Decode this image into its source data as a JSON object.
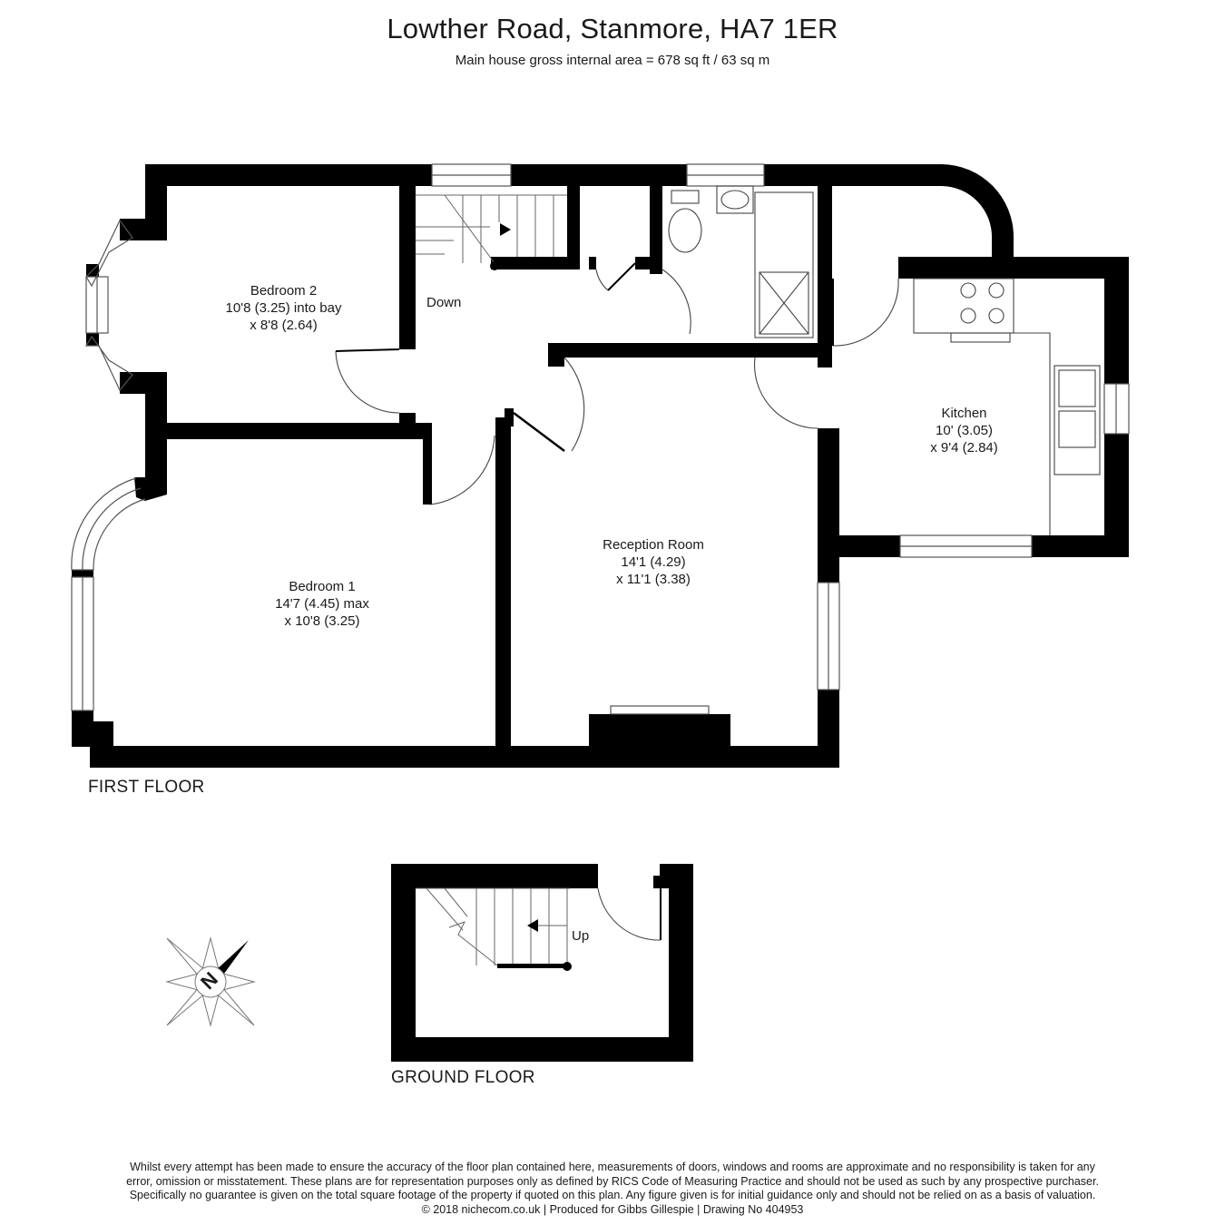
{
  "header": {
    "title": "Lowther Road, Stanmore, HA7 1ER",
    "subtitle": "Main house gross internal area =  678 sq ft / 63 sq m"
  },
  "floors": {
    "first": "FIRST FLOOR",
    "ground": "GROUND FLOOR"
  },
  "rooms": {
    "bedroom2": {
      "name": "Bedroom 2",
      "dim1": "10'8 (3.25) into bay",
      "dim2": "x 8'8 (2.64)"
    },
    "bedroom1": {
      "name": "Bedroom 1",
      "dim1": "14'7 (4.45) max",
      "dim2": "x 10'8 (3.25)"
    },
    "reception": {
      "name": "Reception Room",
      "dim1": "14'1 (4.29)",
      "dim2": "x 11'1 (3.38)"
    },
    "kitchen": {
      "name": "Kitchen",
      "dim1": "10' (3.05)",
      "dim2": "x 9'4 (2.84)"
    }
  },
  "stairs": {
    "down": "Down",
    "up": "Up"
  },
  "compass": {
    "letter": "N"
  },
  "footer": {
    "line1": "Whilst every attempt has been made to ensure the accuracy of the floor plan contained here, measurements of doors, windows and rooms are approximate and no responsibility is taken for any",
    "line2": "error, omission or misstatement. These plans are for representation purposes only as defined by RICS Code of Measuring Practice and should not be used as such by any prospective purchaser.",
    "line3": "Specifically no guarantee is given on the total square footage of the property if quoted on this plan. Any figure given is for initial guidance only and should not be relied on as a basis of valuation.",
    "line4": "© 2018 nichecom.co.uk  |  Produced for Gibbs Gillespie  |  Drawing No 404953"
  },
  "colors": {
    "wall": "#000000",
    "line": "#555555",
    "background": "#ffffff"
  }
}
